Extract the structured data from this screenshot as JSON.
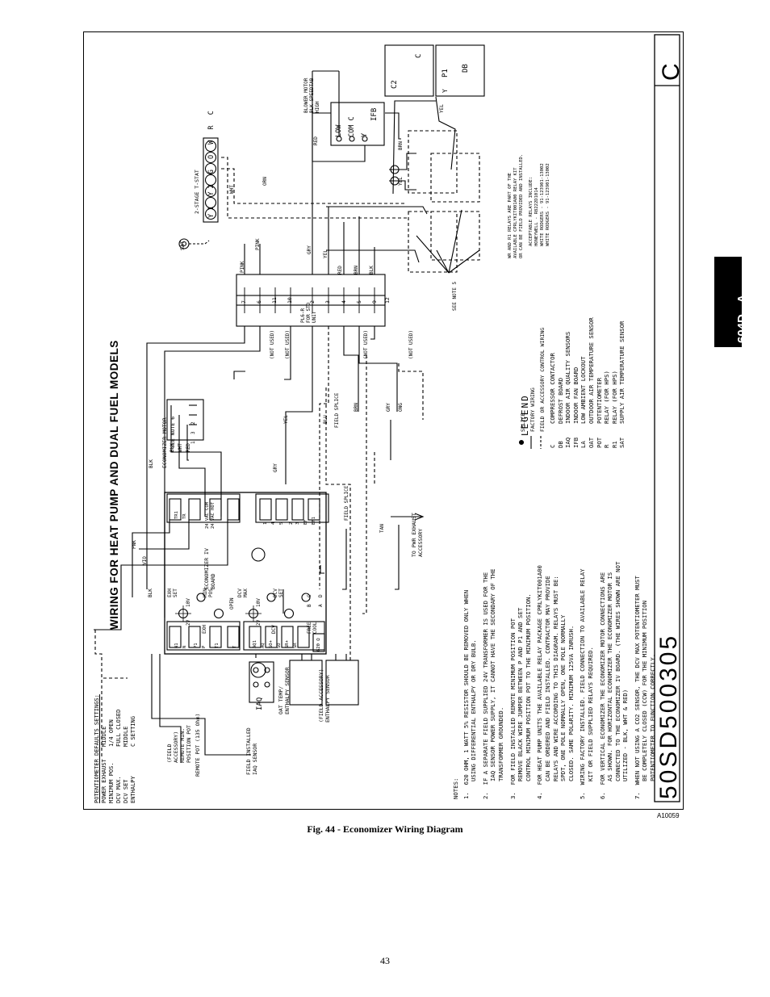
{
  "side_tab": "604D-- A",
  "diagram": {
    "title": "WIRING FOR HEAT PUMP AND DUAL FUEL MODELS",
    "drawing_number": "50SD500305",
    "revision": "C",
    "figure_ref": "A10059",
    "potentiometer_settings": {
      "heading": "POTENTIOMETER DEFAULTS SETTINGS:",
      "rows": [
        {
          "name": "POWER EXHAUST",
          "value": "MIDDLE"
        },
        {
          "name": "MINIMUM POS.",
          "value": "1/4 OPEN"
        },
        {
          "name": "DCV MAX.",
          "value": "FULL CLOSED"
        },
        {
          "name": "DCV SET",
          "value": "MIDDLE"
        },
        {
          "name": "ENTHALPY",
          "value": "C SETTING"
        }
      ]
    },
    "components": {
      "remote_pot": "REMOTE POT (135 Ohm)",
      "field_accessory_pot": [
        "(FIELD",
        "ACCESSORY)",
        "REMOTE MIN.",
        "POSITION POT"
      ],
      "iaq_sensor": [
        "FIELD INSTALLED",
        "IAQ SENSOR"
      ],
      "iaq_label": "IAQ",
      "oat_sensor": [
        "OAT TEMP/",
        "ENTHALPY SENSOR"
      ],
      "rat_sensor": [
        "(FIELD ACCESSORY)",
        "ENTHALPY SENSOR"
      ],
      "board": [
        "ECONOMIZER IV",
        "BOARD"
      ],
      "motor": "ECONOMIZER MOTOR",
      "motor_note": "SEE NOTE 6",
      "plug": [
        "PL6-R",
        "FOR STD",
        "UNIT"
      ],
      "sat": "SAT",
      "tstat": "2-STAGE T-STAT",
      "tstat_terminals": "Y1 Y2 G O W R C",
      "ifb_terms": [
        "LOW",
        "COM C",
        "Y",
        "IFB"
      ],
      "blower": [
        "BLOWER MOTOR",
        "BLK SPEEDTAB",
        "HIGH"
      ],
      "c2_box": [
        "C2",
        "C"
      ],
      "db_box": [
        "P1",
        "DB",
        "Y"
      ],
      "pwr_exhaust": [
        "TO PWR EXHAUST",
        "ACCESSORY"
      ],
      "relay_note": [
        "WR AND R1 RELAYS ARE PART OF THE",
        "AVAILABLE CPRLYKIT001A00 RELAY KIT",
        "OR CAN BE FIELD PROVIDED AND INSTALLED."
      ],
      "relay_list": [
        "ACCEPTABLE RELAYS INCLUDE:",
        "HONEYWELL - R8222D1014",
        "WHITE RODGERS - 91-123901-13002",
        "WHITE RODGERS - 91-123901-13002"
      ],
      "see_note_5": "SEE NOTE 5"
    },
    "board_labels": {
      "exh_set": [
        "EXH",
        "SET"
      ],
      "min_pos": [
        "MIN",
        "POS"
      ],
      "open": "OPEN",
      "dcv_max": [
        "DCV",
        "MAX"
      ],
      "dcv_set": [
        "DCV",
        "SET"
      ],
      "exh": "EXH",
      "dcv": "DCV",
      "free_cool": [
        "FREE",
        "COOL"
      ],
      "v2": "2V",
      "v10": "10V",
      "abcd": [
        "B",
        "C",
        "A",
        "D"
      ],
      "terminals_top": [
        "TR1",
        "TR",
        "24 VAC COM",
        "24 VAC HOT"
      ],
      "terminals_mid": [
        "1",
        "5",
        "2",
        "3",
        "EF",
        "EF1",
        "4"
      ],
      "terminals_left": [
        "N1",
        "N",
        "P1",
        "P",
        "T1",
        "T"
      ],
      "terminals_sr": [
        "AQ1",
        "AQ",
        "SO+",
        "SO",
        "SR+",
        "SR"
      ],
      "resistor": "620 Ω"
    },
    "motor_wires": [
      "BLK",
      "WHT",
      "RED"
    ],
    "motor_pins": [
      "1",
      "3",
      "2"
    ],
    "plug_pins": [
      "7",
      "6",
      "11",
      "10",
      "2",
      "3",
      "4",
      "5",
      "9",
      "12"
    ],
    "not_used": [
      "(NOT USED)",
      "(NOT USED)",
      "(NOT USED)",
      "(NOT USED)"
    ],
    "wire_labels": {
      "pink": "PINK",
      "pnk": "PNK",
      "vio": "VIO",
      "blk": "BLK",
      "gry": "GRY",
      "yel": "YEL",
      "blu": "BLU",
      "brn": "BRN",
      "red": "RED",
      "orn": "ORN",
      "wht": "WHT",
      "ong": "ONG",
      "tan": "TAN",
      "field_splice": "FIELD SPLICE",
      "field_splice2": "FIELD SPLICE"
    },
    "notes": {
      "heading": "NOTES:",
      "items": [
        "1.  620 OHM, 1 WATT 5% RESISTOR SHOULD BE REMOVED ONLY WHEN\n     USING DIFFERENTIAL ENTHALPY OR DRY BULB.",
        "2.  IF A SEPARATE FIELD SUPPLIED 24V TRANSFORMER IS USED FOR THE\n     IAQ SENSOR POWER SUPPLY, IT CANNOT HAVE THE SECONDARY OF THE\n     TRANSFORMER GROUNDED.",
        "3.  FOR FIELD INSTALLED REMOTE MINIMUM POSITION POT\n     REMOVE BLACK WIRE JUMPER BETWEEN P AND P1 AND SET\n     CONTROL MINIMUM POSITION POT TO THE MINIMUM POSITION.",
        "4.  FOR HEAT PUMP UNITS THE AVAILABLE RELAY PACKAGE CPRLYKIT001A00\n     CAN BE ORDERED AND FIELD INSTALLED. CONTRACTOR MAY PROVIDE\n     RELAYS AND WIRE ACCORDING TO THIS DIAGRAM. RELAYS MUST BE:\n     SPDT, ONE POLE NORMALLY OPEN, ONE POLE NORMALLY\n     CLOSED. SAME POLARITY. MINIMUM 125VA INRUSH.",
        "5.  WIRING FACTORY INSTALLED. FIELD CONNECTION TO AVAILABLE RELAY\n     KIT OR FIELD SUPPLIED RELAYS REQUIRED.",
        "6.  FOR VERTICAL ECONOMIZER THE ECONOMIZER MOTOR CONNECTIONS ARE\n     AS SHOWN. FOR HORIZONTAL ECONOMIZER THE ECONOMIZER MOTOR IS\n     CONNECTED TO THE ECONOMIZER IV BOARD. (THE WIRES SHOWN ARE NOT\n     UTILIZED - BLK, WHT & RED)",
        "7.  WHEN NOT USING A CO2 SENSOR, THE DCV MAX POTENTIOMETER MUST\n     BE COMPLETELY CLOSED (CCW) FOR THE MINIMUM POSITION\n     POTENTIOMETER TO FUNCTION CORRECTLY."
      ]
    },
    "legend": {
      "heading": "LEGEND",
      "symbols": [
        {
          "name": "splice",
          "label": "SPLICE"
        },
        {
          "name": "factory-wiring",
          "label": "FACTORY WIRING"
        },
        {
          "name": "field-wiring",
          "label": "FIELD OR ACCESSORY CONTROL WIRING"
        }
      ],
      "entries": [
        {
          "abbr": "C",
          "desc": "COMPRESSOR CONTACTOR"
        },
        {
          "abbr": "DB",
          "desc": "DEFROST BOARD"
        },
        {
          "abbr": "IAQ",
          "desc": "INDOOR AIR QUALITY SENSORS"
        },
        {
          "abbr": "IFB",
          "desc": "INDOOR FAN BOARD"
        },
        {
          "abbr": "LA",
          "desc": "LOW AMBIENT LOCKOUT"
        },
        {
          "abbr": "OAT",
          "desc": "OUTDOOR AIR TEMPERATURE SENSOR"
        },
        {
          "abbr": "POT",
          "desc": "POTENTIOMETER"
        },
        {
          "abbr": "R",
          "desc": "RELAY (FOR HPS)"
        },
        {
          "abbr": "R1",
          "desc": "RELAY (FOR HPS)"
        },
        {
          "abbr": "SAT",
          "desc": "SUPPLY AIR TEMPERATURE SENSOR"
        }
      ]
    }
  },
  "caption": "Fig. 44 - Economizer Wiring Diagram",
  "page_number": "43"
}
